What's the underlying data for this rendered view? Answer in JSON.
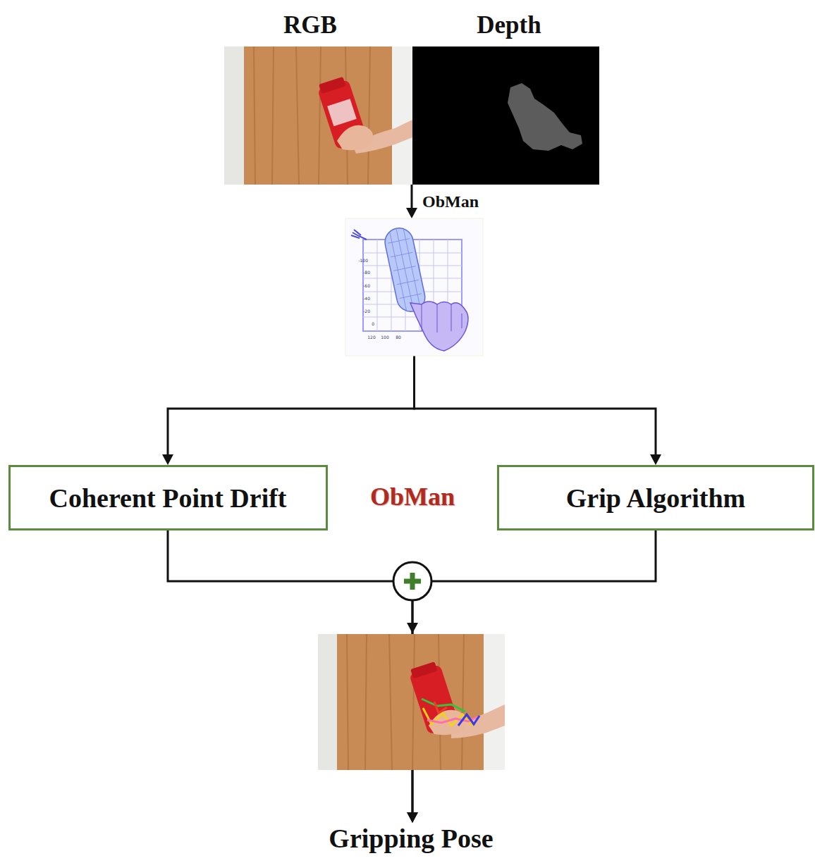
{
  "diagram": {
    "nodes": [
      {
        "text": [
          "RGB",
          "Depth"
        ]
      },
      {
        "text": [
          "-100",
          "-80",
          "-60",
          "-40",
          "-20",
          "0",
          "120",
          "100",
          "80"
        ]
      },
      {
        "text": [
          "Coherent Point Drift"
        ]
      },
      {
        "text": [
          "Grip Algorithm"
        ]
      },
      {
        "text": [
          "Gripping Pose"
        ]
      }
    ],
    "edges": [
      {
        "from": 0,
        "to": 1,
        "label": "ObMan",
        "arrow": "to"
      },
      {
        "from": 1,
        "to": 2,
        "arrow": "to"
      },
      {
        "from": 1,
        "to": 3,
        "arrow": "to"
      },
      {
        "from": 2,
        "to": 4,
        "arrow": "to"
      },
      {
        "from": 3,
        "to": 4,
        "arrow": "to"
      }
    ],
    "labels": [
      "ObMan"
    ]
  }
}
